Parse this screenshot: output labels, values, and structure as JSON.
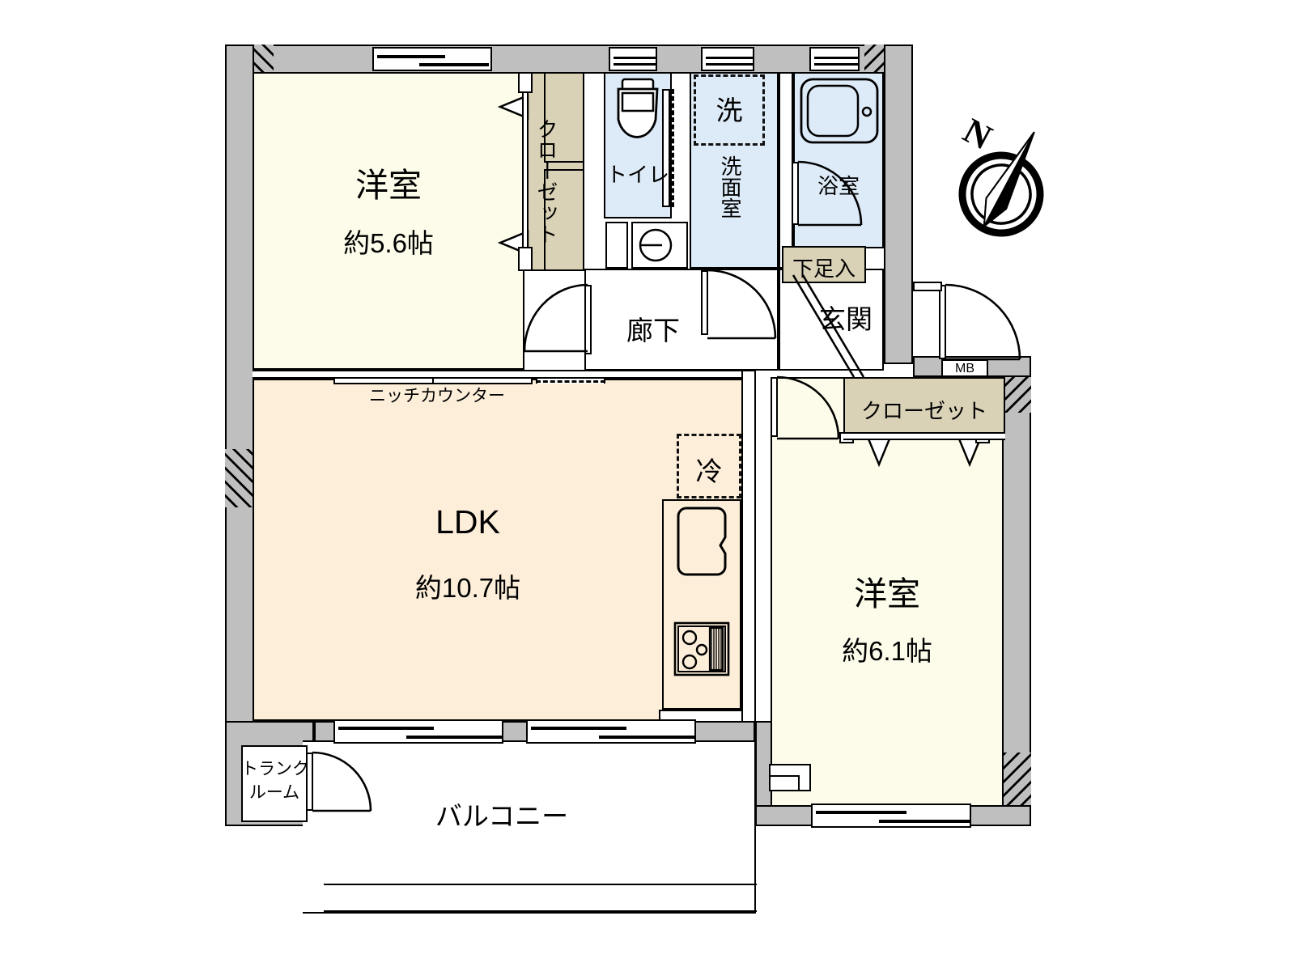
{
  "document": {
    "type": "floor-plan",
    "language": "ja",
    "layout_name": "2LDK"
  },
  "compass": {
    "label": "N",
    "name": "north-arrow"
  },
  "rooms": [
    {
      "id": "bedroom-north",
      "name": "洋室",
      "area": "約5.6帖",
      "color": "#fdfbe9"
    },
    {
      "id": "ldk",
      "name": "LDK",
      "area": "約10.7帖",
      "color": "#fdeeda"
    },
    {
      "id": "bedroom-east",
      "name": "洋室",
      "area": "約6.1帖",
      "color": "#fdfbe9"
    },
    {
      "id": "toilet",
      "name": "トイレ",
      "area": "",
      "color": "#ddeaf7"
    },
    {
      "id": "washroom",
      "name": "洗面室",
      "area": "",
      "color": "#ddeaf7"
    },
    {
      "id": "bath",
      "name": "浴室",
      "area": "",
      "color": "#ddeaf7"
    },
    {
      "id": "corridor",
      "name": "廊下",
      "area": "",
      "color": "#ffffff"
    },
    {
      "id": "entrance",
      "name": "玄関",
      "area": "",
      "color": "#ffffff"
    },
    {
      "id": "balcony",
      "name": "バルコニー",
      "area": "",
      "color": "#ffffff"
    }
  ],
  "labels": {
    "bedroom_north_name": "洋室",
    "bedroom_north_area": "約5.6帖",
    "bedroom_east_name": "洋室",
    "bedroom_east_area": "約6.1帖",
    "ldk_name": "LDK",
    "ldk_area": "約10.7帖",
    "toilet": "トイレ",
    "washroom": "洗面室",
    "washer": "洗",
    "bath": "浴室",
    "corridor": "廊下",
    "entrance": "玄関",
    "shoe_cabinet": "下足入",
    "closet_north": "クローゼット",
    "closet_east": "クローゼット",
    "niche_counter": "ニッチカウンター",
    "refrigerator": "冷",
    "meter_box": "MB",
    "trunk_room_line1": "トランク",
    "trunk_room_line2": "ルーム",
    "balcony": "バルコニー"
  },
  "colors": {
    "wall": "#bfbfbf",
    "wall_outline": "#000000",
    "room_cream": "#fdfbe9",
    "room_peach": "#fdeeda",
    "water_blue": "#ddeaf7",
    "storage_tan": "#d9d2b6",
    "paper": "#ffffff"
  },
  "fixtures": [
    {
      "name": "toilet-bowl",
      "room": "toilet"
    },
    {
      "name": "wash-basin",
      "room": "washroom"
    },
    {
      "name": "bathtub",
      "room": "bath"
    },
    {
      "name": "kitchen-sink",
      "room": "ldk"
    },
    {
      "name": "gas-stove",
      "room": "ldk"
    },
    {
      "name": "refrigerator-space",
      "room": "ldk"
    }
  ]
}
